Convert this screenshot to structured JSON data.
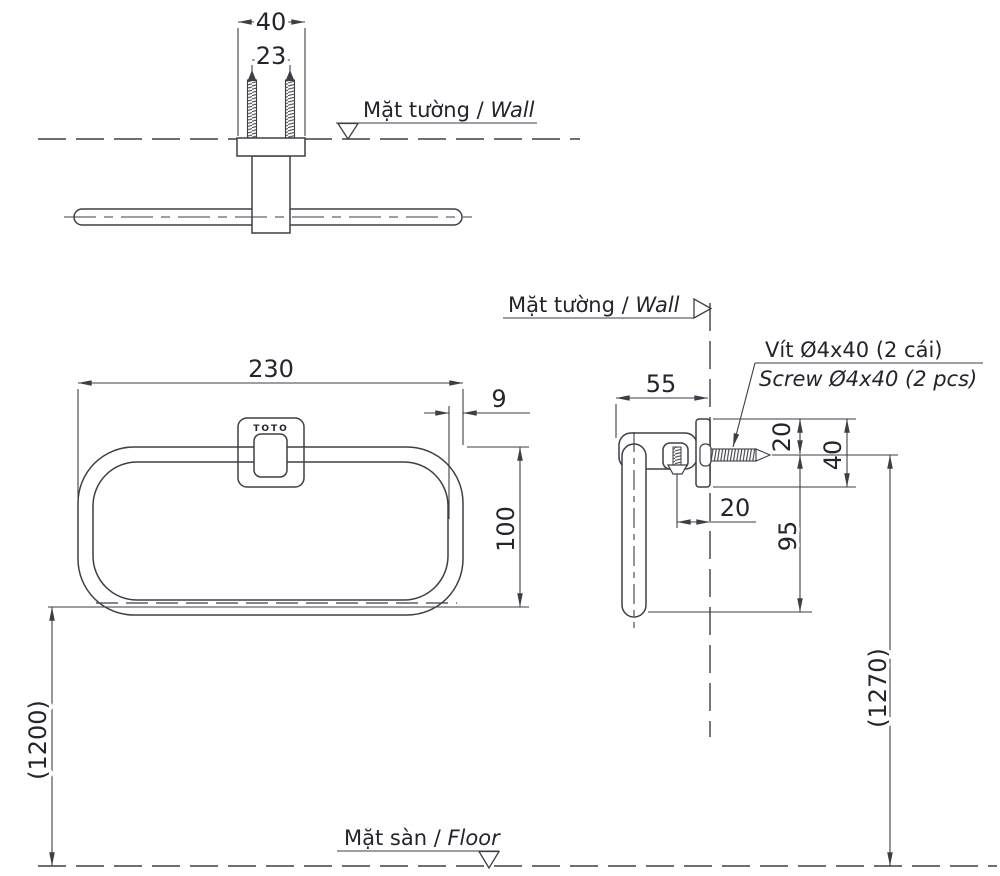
{
  "labels": {
    "wall_vi": "Mặt tường / ",
    "wall_en": "Wall",
    "floor_vi": "Mặt sàn / ",
    "floor_en": "Floor",
    "screw_note_vi": "Vít Ø4x40 (2 cái)",
    "screw_note_en": "Screw Ø4x40 (2 pcs)",
    "brand": "TOTO"
  },
  "dimensions": {
    "top_view": {
      "plate_width": "40",
      "screw_spacing": "23"
    },
    "front_view": {
      "overall_width": "230",
      "tube_diameter": "9",
      "overall_height": "100",
      "ring_bottom_to_floor": "(1200)"
    },
    "side_view": {
      "depth": "55",
      "plate_top_to_screw": "20",
      "plate_height": "40",
      "setscrew_to_wall": "20",
      "screw_to_ring_bottom": "95",
      "screw_to_floor": "(1270)"
    }
  },
  "colors": {
    "line": "#3e3e46",
    "text": "#24242c",
    "background": "#ffffff"
  }
}
